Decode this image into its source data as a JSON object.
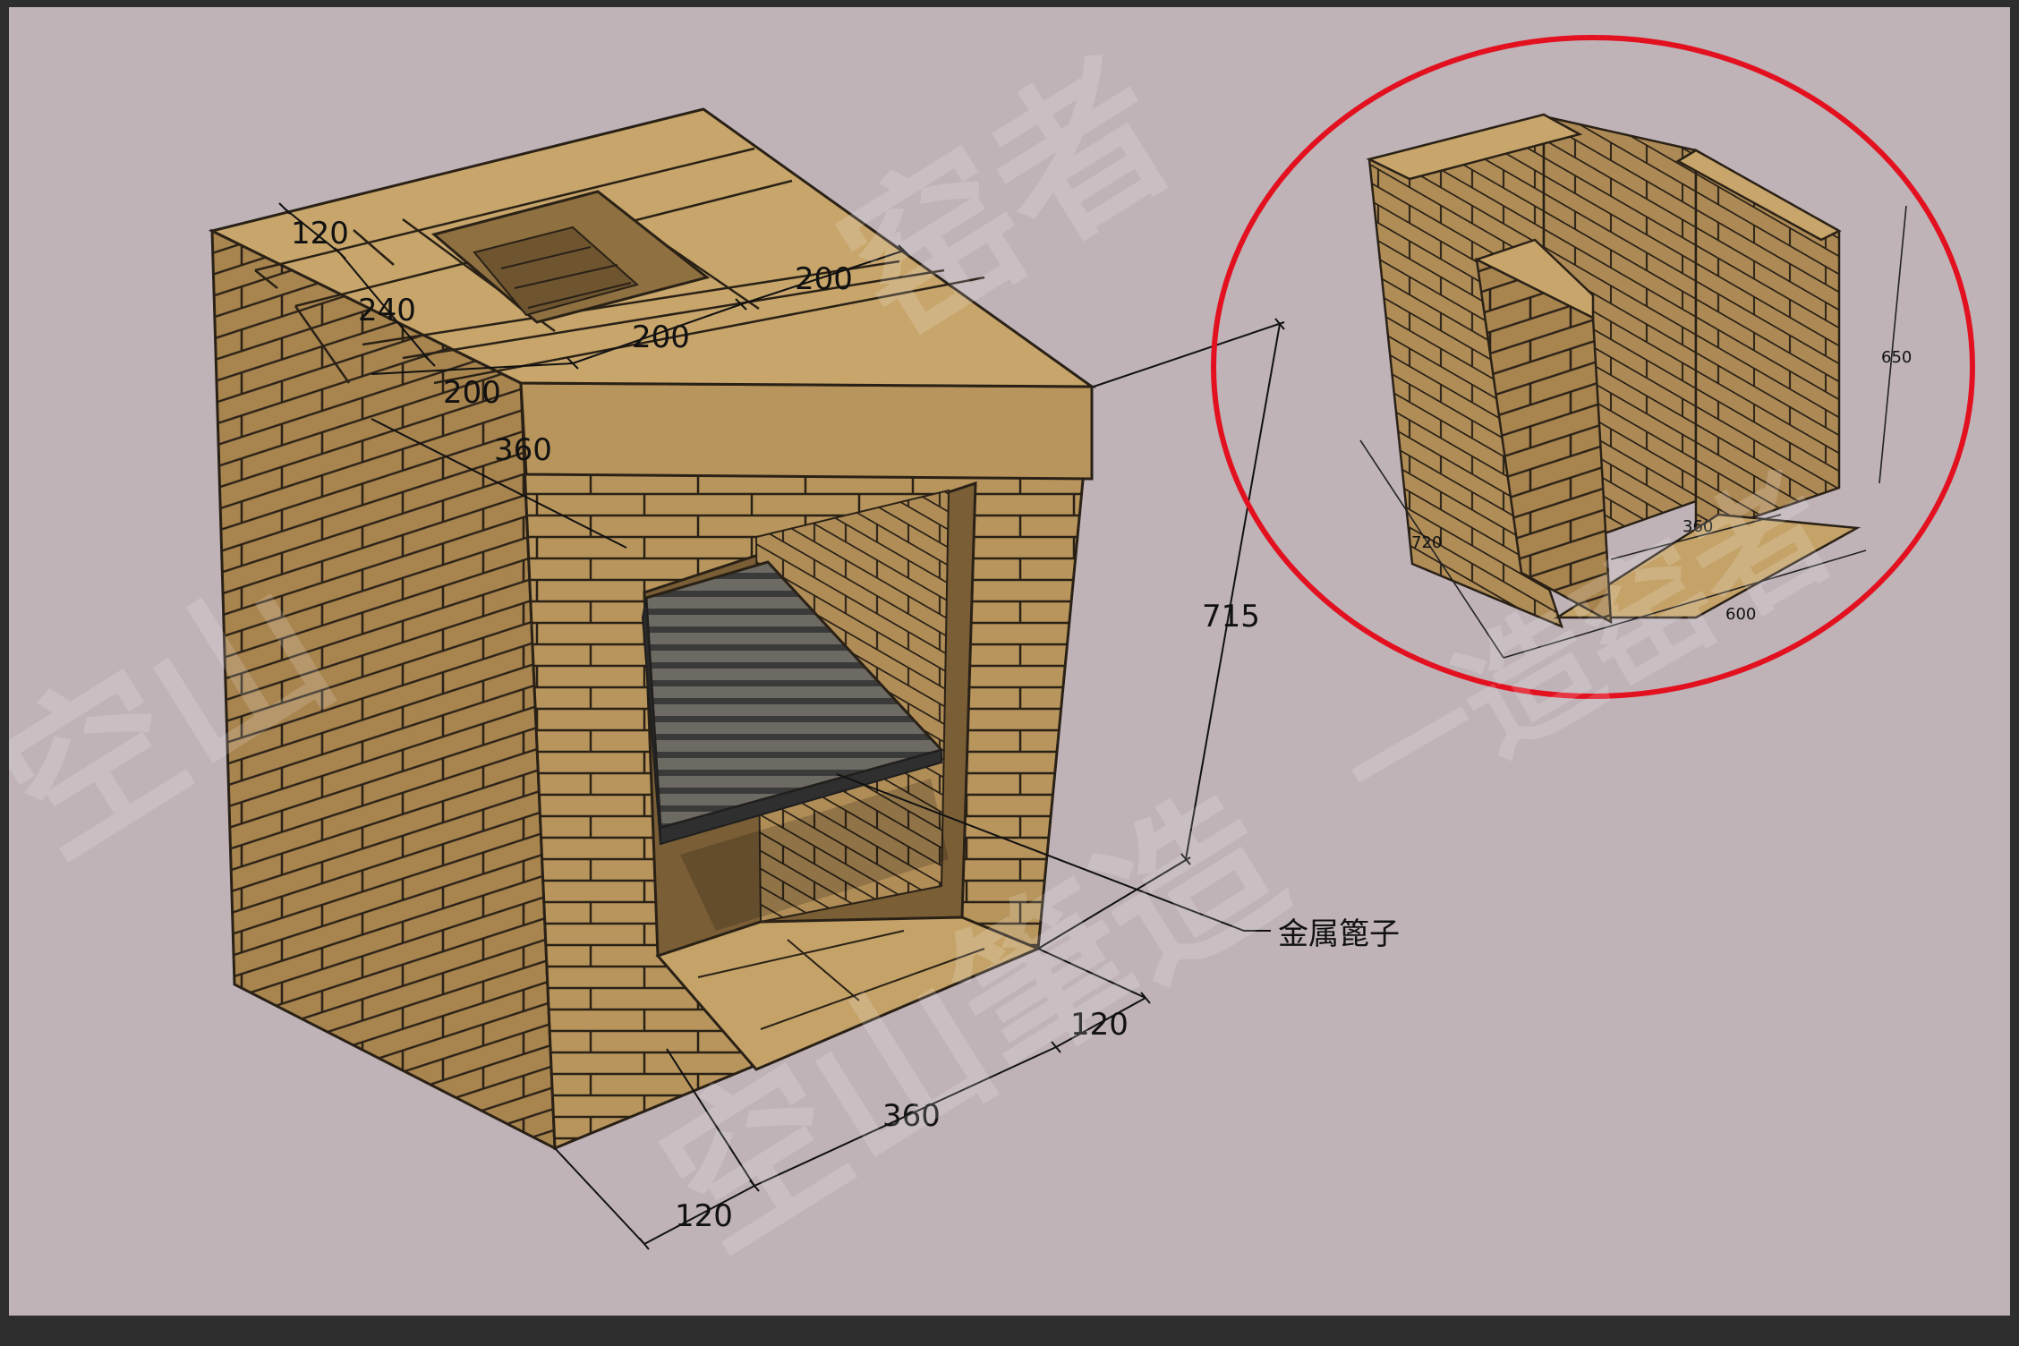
{
  "colors": {
    "frame": "#2e2e2e",
    "background": "#bfb3b8",
    "brick_top": "#c7a56b",
    "brick_front": "#b8955c",
    "brick_side": "#a8844f",
    "mortar": "#2a2116",
    "grate": "#3c3c3c",
    "highlight_circle": "#e3111f"
  },
  "main_model": {
    "dimensions": {
      "top_width": "120",
      "top_depth": "240",
      "top_opening_a": "200",
      "top_opening_b": "200",
      "top_opening_c": "200",
      "top_slab": "360",
      "height": "715",
      "side_right": "120",
      "front_opening": "360",
      "front_left": "120"
    },
    "callout_label": "金属篦子"
  },
  "inset_model": {
    "dimensions": {
      "height": "650",
      "depth": "720",
      "inner_width": "360",
      "outer_width": "600"
    }
  },
  "watermark": {
    "text_lower": "空山筆造",
    "text_upper_left": "空山",
    "text_upper_right": "窑者",
    "text_inset": "一造窑者"
  }
}
